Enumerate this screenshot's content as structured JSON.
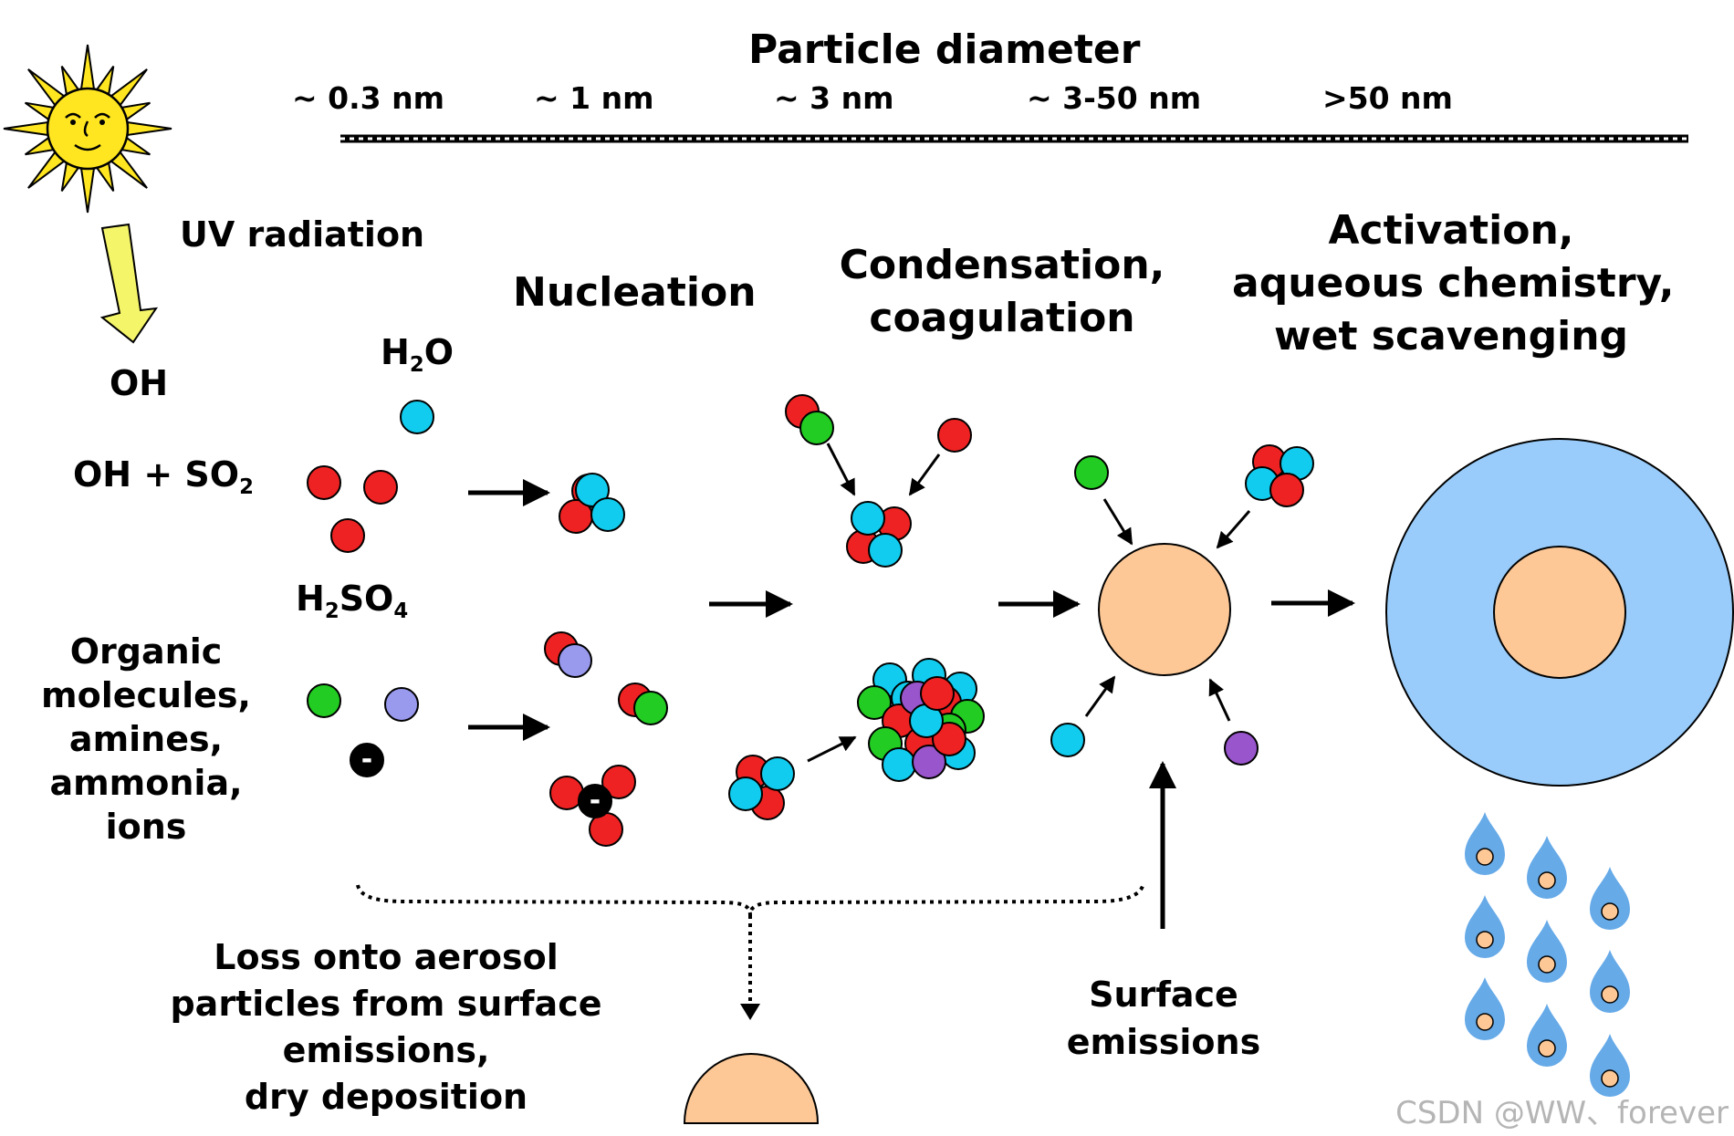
{
  "title": "Particle diameter",
  "size_scale": [
    "~ 0.3 nm",
    "~ 1 nm",
    "~ 3 nm",
    "~ 3-50 nm",
    ">50 nm"
  ],
  "labels": {
    "uv_radiation": "UV radiation",
    "oh": "OH",
    "oh_so2": {
      "prefix": "OH + SO",
      "sub": "2"
    },
    "h2o": {
      "a": "H",
      "sub": "2",
      "b": "O"
    },
    "h2so4": {
      "a": "H",
      "sub1": "2",
      "b": "SO",
      "sub2": "4"
    },
    "organics": [
      "Organic",
      "molecules,",
      "amines,",
      "ammonia,",
      "ions"
    ],
    "nucleation": "Nucleation",
    "condensation": [
      "Condensation,",
      "coagulation"
    ],
    "activation": [
      "Activation,",
      "aqueous chemistry,",
      "wet scavenging"
    ],
    "loss": [
      "Loss onto aerosol",
      "particles from surface",
      "emissions,",
      "dry deposition"
    ],
    "surface_emissions": [
      "Surface",
      "emissions"
    ],
    "ion_symbol": "-"
  },
  "watermark": "CSDN @WW、forever",
  "colors": {
    "red": "#ee2222",
    "cyan": "#11ccee",
    "green": "#22cc22",
    "lavender": "#9999ee",
    "purple": "#9955cc",
    "particle": "#fdc896",
    "water": "#99ccfa",
    "droplet": "#66aae8",
    "sun": "#ffe620",
    "uv_arrow": "#f5f56a",
    "ion": "#000000"
  }
}
